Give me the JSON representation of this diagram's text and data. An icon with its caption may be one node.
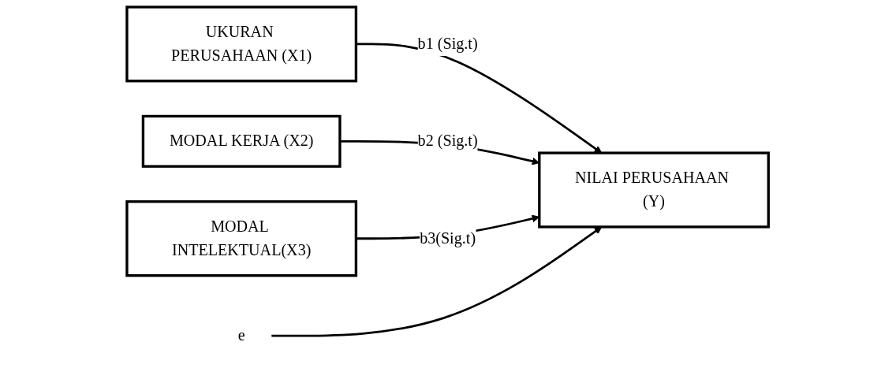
{
  "diagram": {
    "nodes": [
      {
        "text": [
          "UKURAN PERUSAHAAN (X1)"
        ]
      },
      {
        "text": [
          "MODAL KERJA (X2)"
        ]
      },
      {
        "text": [
          "MODAL INTELEKTUAL(X3)"
        ]
      },
      {
        "text": [
          "NILAI PERUSAHAAN (Y)"
        ]
      },
      {
        "text": [
          "e"
        ]
      }
    ],
    "edges": [
      {
        "from": 0,
        "to": 3,
        "arrow": "to",
        "label": "b1 (Sig.t)"
      },
      {
        "from": 1,
        "to": 3,
        "arrow": "to",
        "label": "b2 (Sig.t)"
      },
      {
        "from": 2,
        "to": 3,
        "arrow": "to",
        "label": "b3(Sig.t)"
      },
      {
        "from": 4,
        "to": 3,
        "arrow": "to"
      }
    ]
  }
}
